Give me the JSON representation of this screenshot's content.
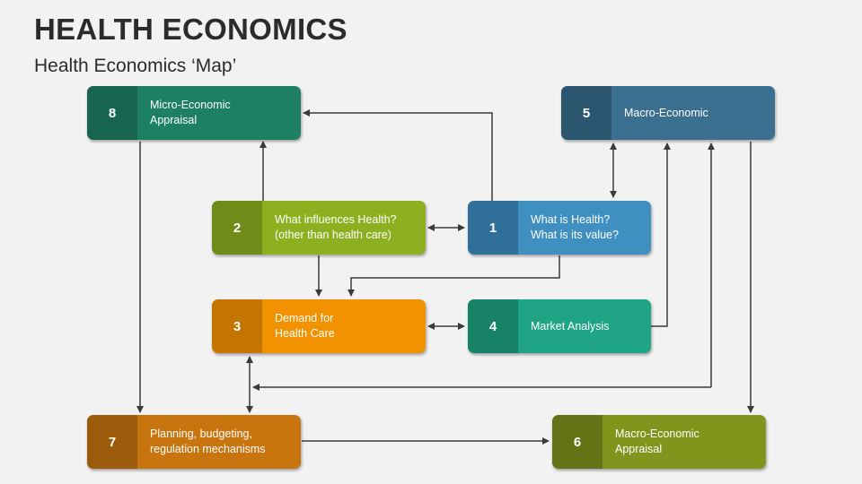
{
  "header": {
    "title": "HEALTH ECONOMICS",
    "subtitle": "Health Economics ‘Map’"
  },
  "nodes": [
    {
      "id": "8",
      "number": "8",
      "label": "Micro-Economic\nAppraisal",
      "color": "#1e8063",
      "num_color": "#17654e"
    },
    {
      "id": "5",
      "number": "5",
      "label": "Macro-Economic",
      "color": "#3a6f8f",
      "num_color": "#2c5670"
    },
    {
      "id": "2",
      "number": "2",
      "label": "What influences Health?\n(other than health care)",
      "color": "#8cb01f",
      "num_color": "#6f8c18"
    },
    {
      "id": "1",
      "number": "1",
      "label": "What is Health?\nWhat is its value?",
      "color": "#3f8fc1",
      "num_color": "#2f6f99"
    },
    {
      "id": "3",
      "number": "3",
      "label": "Demand for\nHealth Care",
      "color": "#f39200",
      "num_color": "#c47500"
    },
    {
      "id": "4",
      "number": "4",
      "label": "Market Analysis",
      "color": "#1fa585",
      "num_color": "#178268"
    },
    {
      "id": "7",
      "number": "7",
      "label": "Planning, budgeting,\nregulation mechanisms",
      "color": "#c8740f",
      "num_color": "#9c5a0b"
    },
    {
      "id": "6",
      "number": "6",
      "label": "Macro-Economic\nAppraisal",
      "color": "#7f951c",
      "num_color": "#627415"
    }
  ],
  "colors": {
    "connector": "#3a3a3a",
    "background": "#f2f2f2"
  }
}
